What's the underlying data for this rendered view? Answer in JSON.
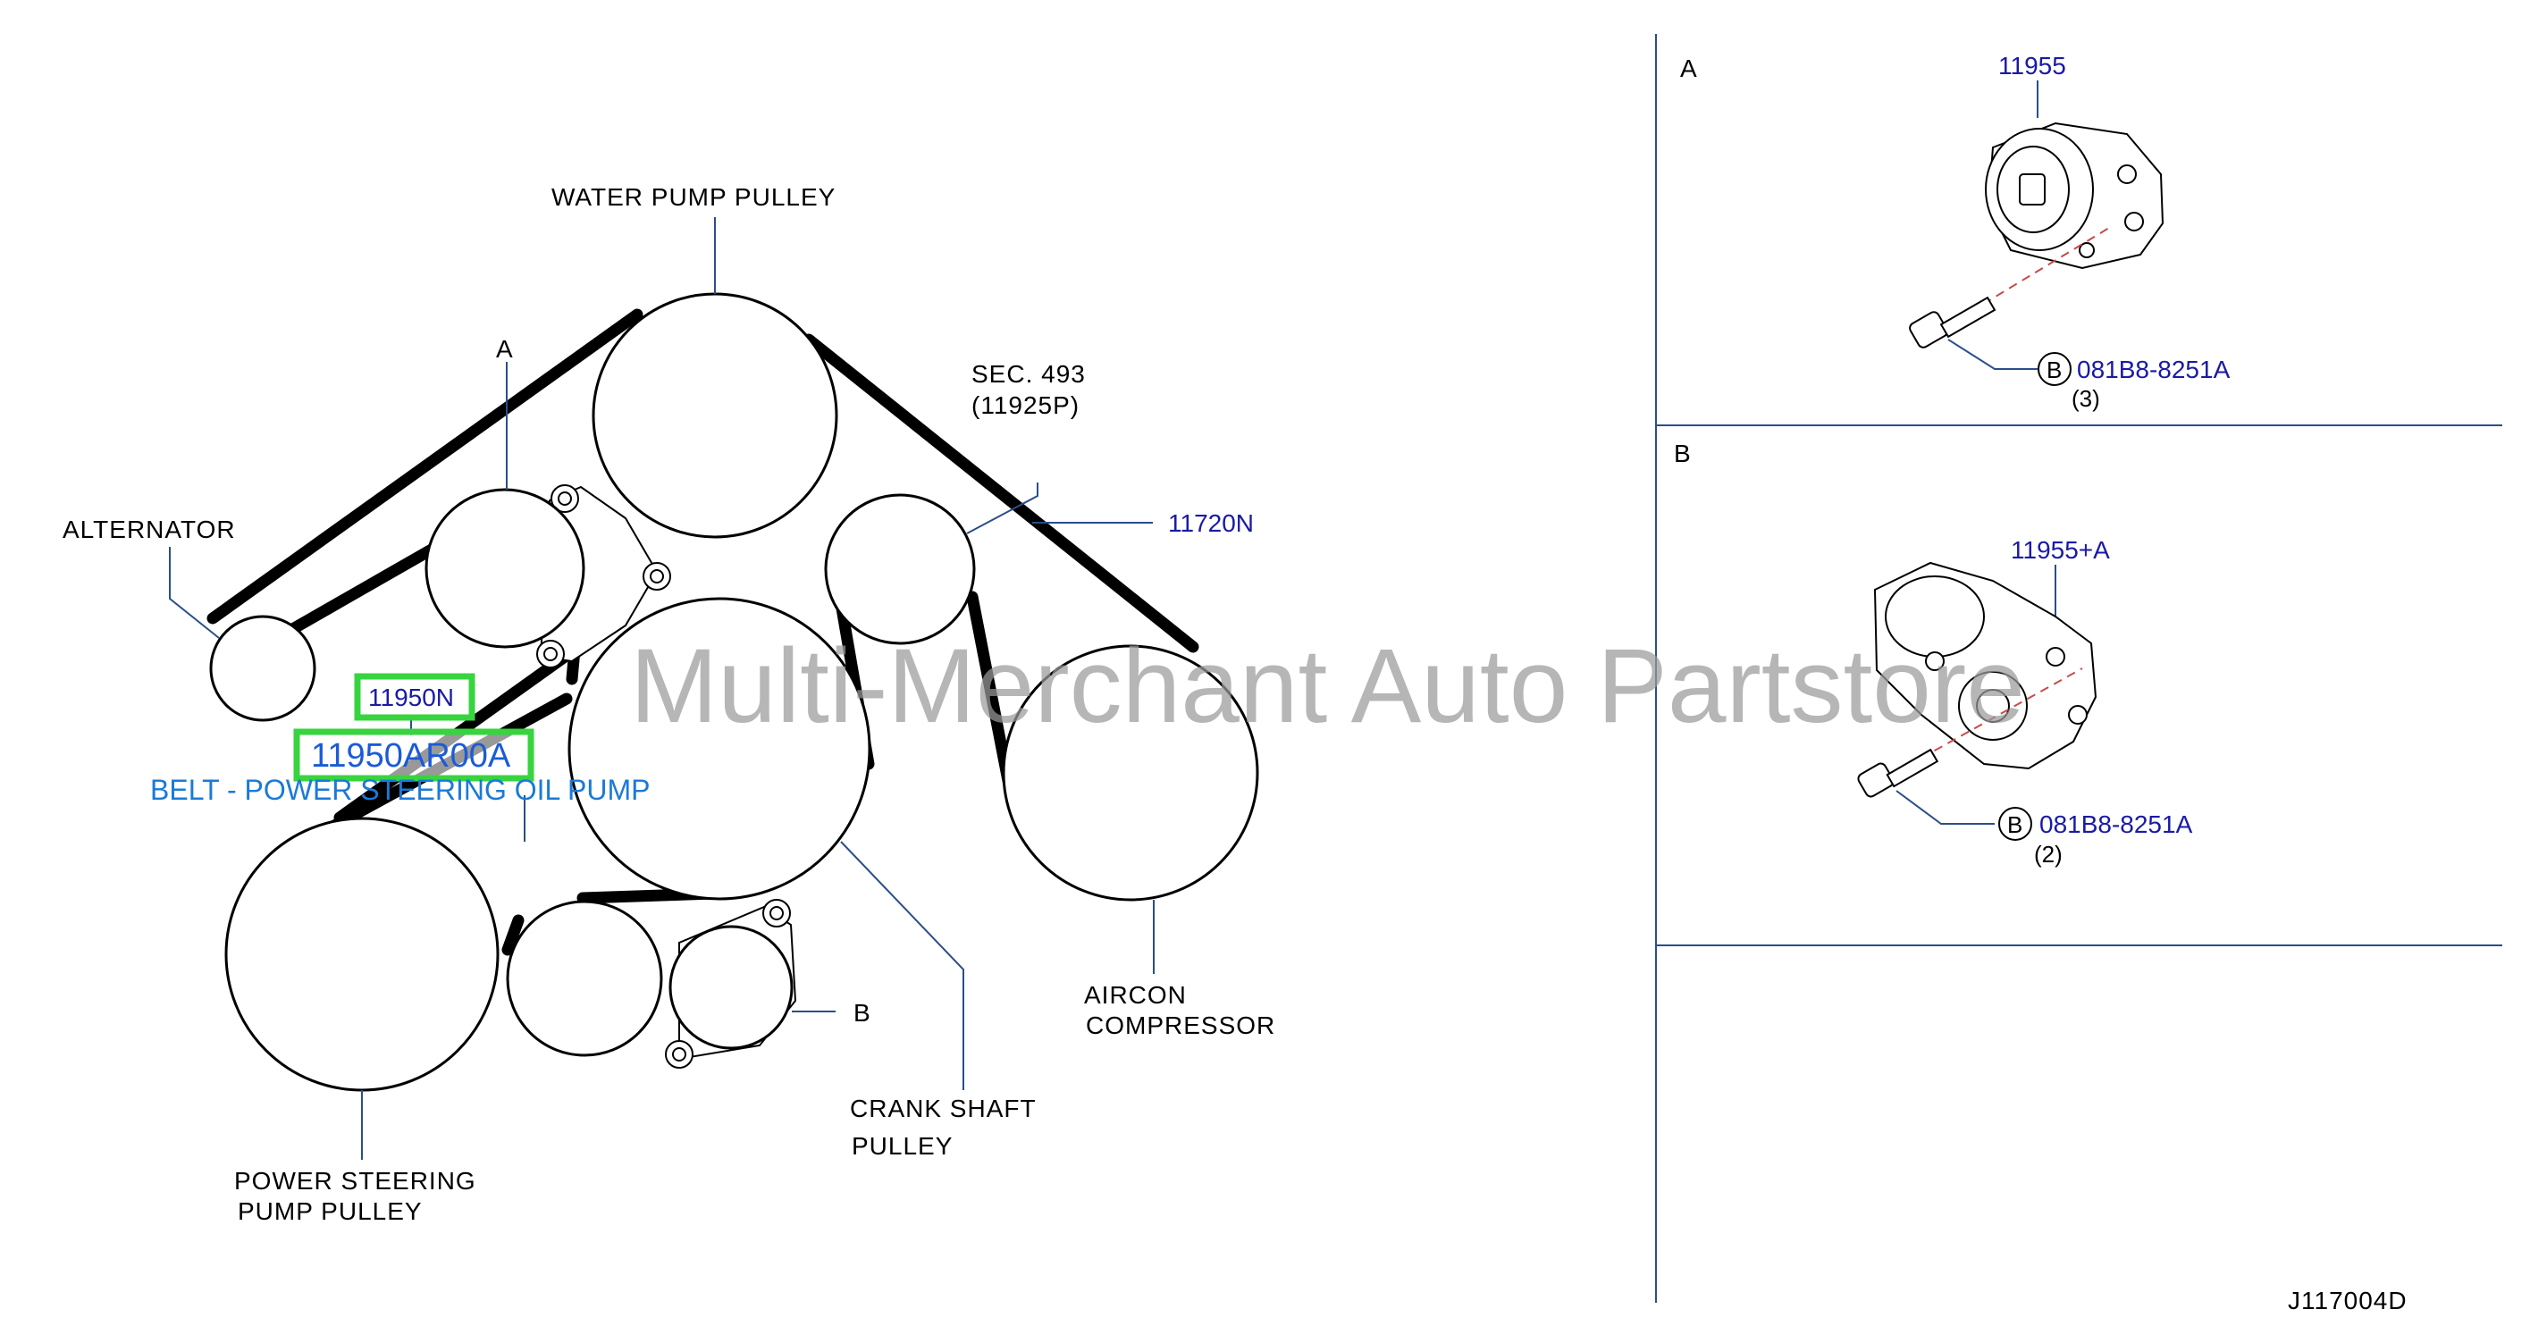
{
  "diagram": {
    "labels": {
      "water_pump_pulley": "WATER   PUMP   PULLEY",
      "alternator": "ALTERNATOR",
      "tensioner_a": "A",
      "sec_ref_line1": "SEC.   493",
      "sec_ref_line2": "(11925P)",
      "aircon_line1": "AIRCON",
      "aircon_line2": "COMPRESSOR",
      "crank_line1": "CRANK    SHAFT",
      "crank_line2": "PULLEY",
      "ps_line1": "POWER    STEERING",
      "ps_line2": "PUMP    PULLEY",
      "tensioner_b": "B"
    },
    "parts": {
      "belt_aircon": "11720N",
      "belt_ps": "11950N"
    },
    "highlight": {
      "part_number": "11950AR00A",
      "caption": "BELT - POWER STEERING OIL PUMP",
      "color": "#37d43f"
    },
    "watermark": "Multi-Merchant Auto Partstore",
    "code": "J117004D"
  },
  "detail_a": {
    "title": "A",
    "part": "11955",
    "bolt_marker": "B",
    "bolt_part": "081B8-8251A",
    "bolt_qty": "(3)"
  },
  "detail_b": {
    "title": "B",
    "part": "11955+A",
    "bolt_marker": "B",
    "bolt_part": "081B8-8251A",
    "bolt_qty": "(2)"
  }
}
